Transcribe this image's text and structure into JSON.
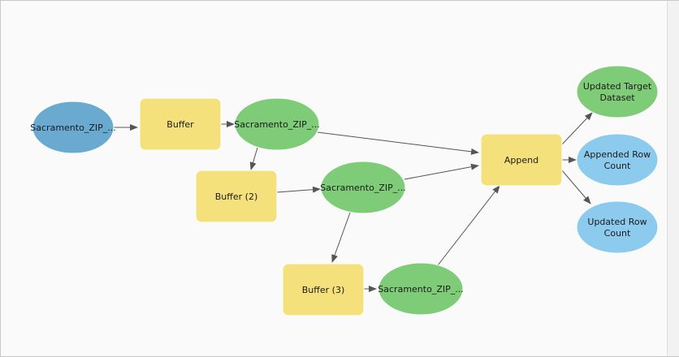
{
  "model": {
    "nodes": [
      {
        "id": "input_zip",
        "lines": [
          "Sacramento_ZIP_..."
        ],
        "kind": "input-data"
      },
      {
        "id": "buffer1",
        "lines": [
          "Buffer"
        ],
        "kind": "tool"
      },
      {
        "id": "zip_out1",
        "lines": [
          "Sacramento_ZIP_..."
        ],
        "kind": "derived-data"
      },
      {
        "id": "buffer2",
        "lines": [
          "Buffer (2)"
        ],
        "kind": "tool"
      },
      {
        "id": "zip_out2",
        "lines": [
          "Sacramento_ZIP_..."
        ],
        "kind": "derived-data"
      },
      {
        "id": "buffer3",
        "lines": [
          "Buffer (3)"
        ],
        "kind": "tool"
      },
      {
        "id": "zip_out3",
        "lines": [
          "Sacramento_ZIP_..."
        ],
        "kind": "derived-data"
      },
      {
        "id": "append",
        "lines": [
          "Append"
        ],
        "kind": "tool"
      },
      {
        "id": "target",
        "lines": [
          "Updated Target",
          "Dataset"
        ],
        "kind": "derived-data"
      },
      {
        "id": "appended_count",
        "lines": [
          "Appended Row",
          "Count"
        ],
        "kind": "value"
      },
      {
        "id": "updated_count",
        "lines": [
          "Updated Row",
          "Count"
        ],
        "kind": "value"
      }
    ],
    "edges": [
      {
        "from": "input_zip",
        "to": "buffer1"
      },
      {
        "from": "buffer1",
        "to": "zip_out1"
      },
      {
        "from": "zip_out1",
        "to": "append"
      },
      {
        "from": "zip_out1",
        "to": "buffer2"
      },
      {
        "from": "buffer2",
        "to": "zip_out2"
      },
      {
        "from": "zip_out2",
        "to": "append"
      },
      {
        "from": "zip_out2",
        "to": "buffer3"
      },
      {
        "from": "buffer3",
        "to": "zip_out3"
      },
      {
        "from": "zip_out3",
        "to": "append"
      },
      {
        "from": "append",
        "to": "target"
      },
      {
        "from": "append",
        "to": "appended_count"
      },
      {
        "from": "append",
        "to": "updated_count"
      }
    ]
  },
  "colors": {
    "input-data": "#6aaad0",
    "derived-data": "#7fcc78",
    "tool": "#f5e17c",
    "value": "#8ccbee",
    "edge": "#555555"
  }
}
